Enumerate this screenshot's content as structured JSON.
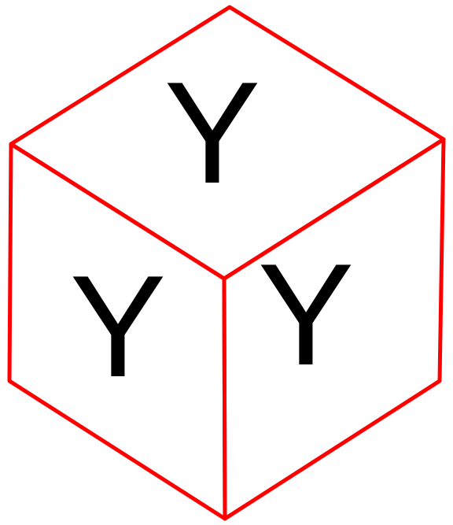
{
  "diagram": {
    "edge_color": "#ff0000",
    "text_color": "#000000",
    "faces": {
      "top": {
        "letter": "Y"
      },
      "left": {
        "letter": "Y"
      },
      "right": {
        "letter": "Y"
      }
    }
  }
}
